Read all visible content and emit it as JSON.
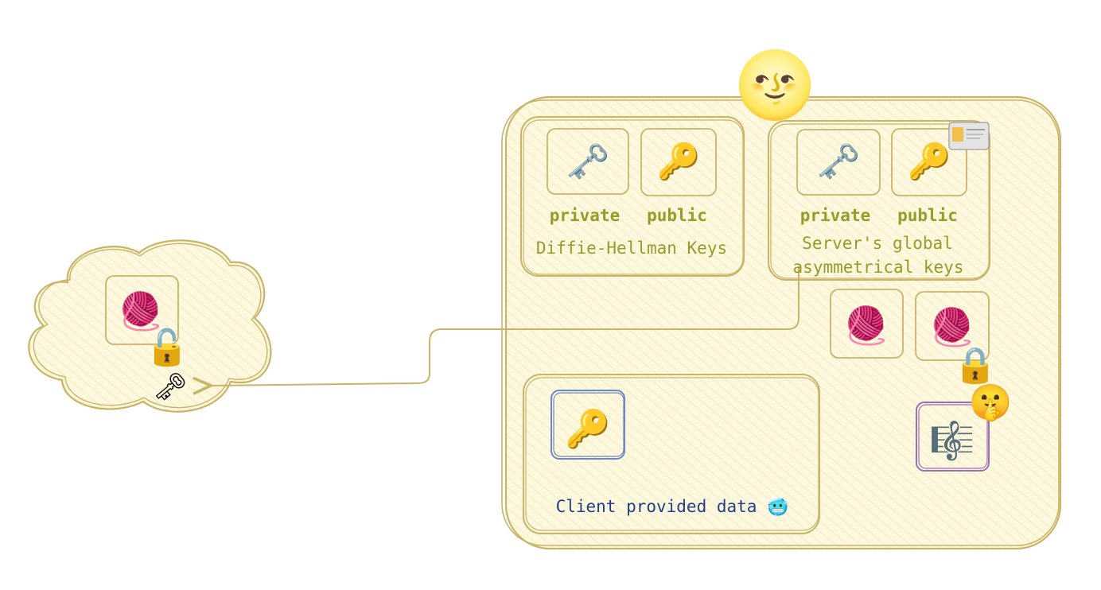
{
  "diagram": {
    "dh_keys": {
      "private_label": "private",
      "public_label": "public",
      "caption": "Diffie-Hellman Keys"
    },
    "server_keys": {
      "private_label": "private",
      "public_label": "public",
      "caption_line1": "Server's global",
      "caption_line2": "asymmetrical keys"
    },
    "client_data": {
      "caption": "Client provided data"
    },
    "icons": {
      "server": "full-moon-face-icon",
      "cert": "id-card-icon",
      "old_key": "old-key-icon",
      "key": "key-icon",
      "yarn": "yarn-icon",
      "lock": "padlock-icon",
      "unlock": "open-padlock-icon",
      "shush": "shushing-face-icon",
      "music": "musical-score-icon",
      "cold": "cold-face-icon"
    },
    "colors": {
      "server_stroke": "#c9b468",
      "server_fill": "#fdf6d3",
      "label_text": "#9a9a2a",
      "client_key_stroke": "#6d87c2",
      "music_stroke": "#9b6fb6",
      "client_caption": "#1f3f8a"
    }
  }
}
